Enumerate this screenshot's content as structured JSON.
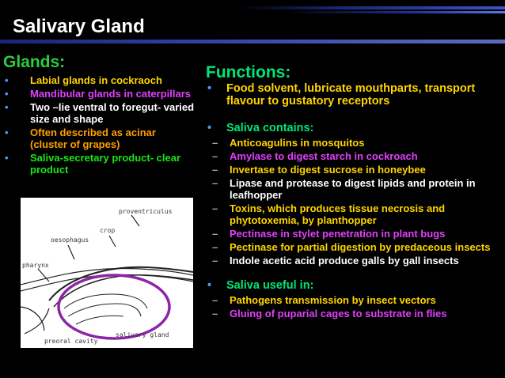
{
  "title": "Salivary Gland",
  "glands": {
    "heading": "Glands:",
    "items": [
      {
        "text": "Labial glands in cockraoch",
        "color": "#ffd400"
      },
      {
        "text": "Mandibular glands in caterpillars",
        "color": "#e040fb"
      },
      {
        "text": "Two –lie ventral to foregut- varied size and shape",
        "color": "#ffffff"
      },
      {
        "text": "Often described as acinar (cluster of grapes)",
        "color": "#ffa000"
      },
      {
        "text": "Saliva-secretary product- clear product",
        "color": "#19e619"
      }
    ]
  },
  "functions": {
    "heading": "Functions:",
    "food_solvent": {
      "text": "Food solvent, lubricate mouthparts, transport flavour to gustatory receptors",
      "color": "#ffd400"
    },
    "saliva_contains": {
      "text": "Saliva contains:",
      "color": "#00e676",
      "items": [
        {
          "text": "Anticoagulins in mosquitos",
          "color": "#ffd400"
        },
        {
          "text": "Amylase to digest starch in cockroach",
          "color": "#e040fb"
        },
        {
          "text": "Invertase to digest sucrose in honeybee",
          "color": "#ffd400"
        },
        {
          "text": "Lipase and protease to digest lipids and protein in leafhopper",
          "color": "#ffffff"
        },
        {
          "text": "Toxins, which produces tissue necrosis and phytotoxemia, by planthopper",
          "color": "#ffd400"
        },
        {
          "text": "Pectinase in stylet penetration in plant bugs",
          "color": "#e040fb"
        },
        {
          "text": "Pectinase for partial digestion by predaceous insects",
          "color": "#ffd400"
        },
        {
          "text": "Indole acetic acid produce galls by gall insects",
          "color": "#ffffff"
        }
      ]
    },
    "saliva_useful": {
      "text": "Saliva useful in:",
      "color": "#00e676",
      "items": [
        {
          "text": "Pathogens transmission by insect vectors",
          "color": "#ffd400"
        },
        {
          "text": "Gluing of puparial cages to substrate in flies",
          "color": "#e040fb"
        }
      ]
    }
  },
  "diagram": {
    "labels": {
      "proventriculus": "proventriculus",
      "crop": "crop",
      "oesophagus": "oesophagus",
      "pharynx": "pharynx",
      "preoral_cavity": "preoral cavity",
      "salivary_gland": "salivary gland"
    },
    "highlight_color": "#8e24aa"
  }
}
